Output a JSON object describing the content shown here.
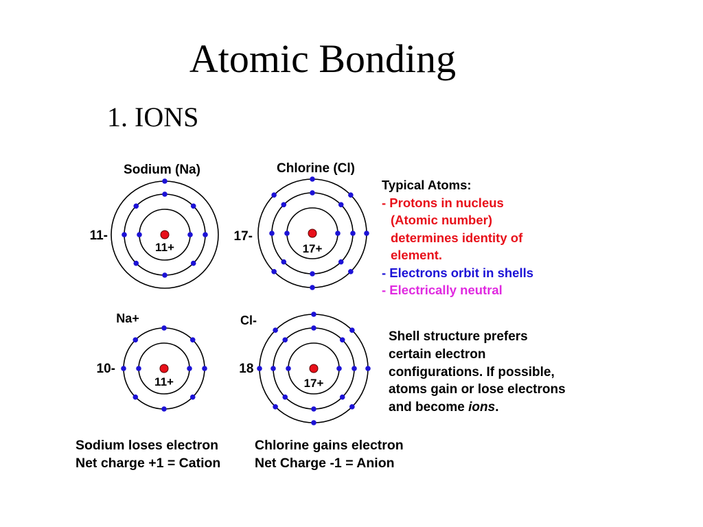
{
  "slide": {
    "title": "Atomic Bonding",
    "subtitle": "1. IONS"
  },
  "atoms": {
    "sodium": {
      "title": "Sodium (Na)",
      "nucleus": "11+",
      "electron_label": "11-",
      "shells": [
        2,
        8,
        1
      ]
    },
    "chlorine": {
      "title": "Chlorine (Cl)",
      "nucleus": "17+",
      "electron_label": "17-",
      "shells": [
        2,
        8,
        7
      ]
    },
    "sodium_ion": {
      "title": "Na+",
      "nucleus": "11+",
      "electron_label": "10-",
      "shells": [
        2,
        8
      ]
    },
    "chloride_ion": {
      "title": "Cl-",
      "nucleus": "17+",
      "electron_label": "18 -",
      "shells": [
        2,
        8,
        8
      ]
    }
  },
  "typical_atoms": {
    "heading": "Typical Atoms:",
    "protons": [
      "- Protons in nucleus",
      "(Atomic number)",
      "determines identity of",
      "element."
    ],
    "electrons": "- Electrons orbit in shells",
    "neutral": "- Electrically neutral"
  },
  "shell_text": [
    "Shell structure prefers",
    "certain electron",
    "configurations. If possible,",
    "atoms gain or lose electrons"
  ],
  "shell_last": {
    "prefix": "and become ",
    "emphasis": "ions",
    "suffix": "."
  },
  "captions": {
    "sodium": [
      "Sodium loses electron",
      "Net charge +1 = Cation"
    ],
    "chlorine": [
      "Chlorine gains electron",
      "Net Charge -1 = Anion"
    ]
  },
  "colors": {
    "electron": "#1c12d6",
    "nucleus": "#e8101a",
    "orbit": "#000000",
    "protons_text": "#e8101a",
    "electrons_text": "#1c12d6",
    "neutral_text": "#e02ae0"
  }
}
